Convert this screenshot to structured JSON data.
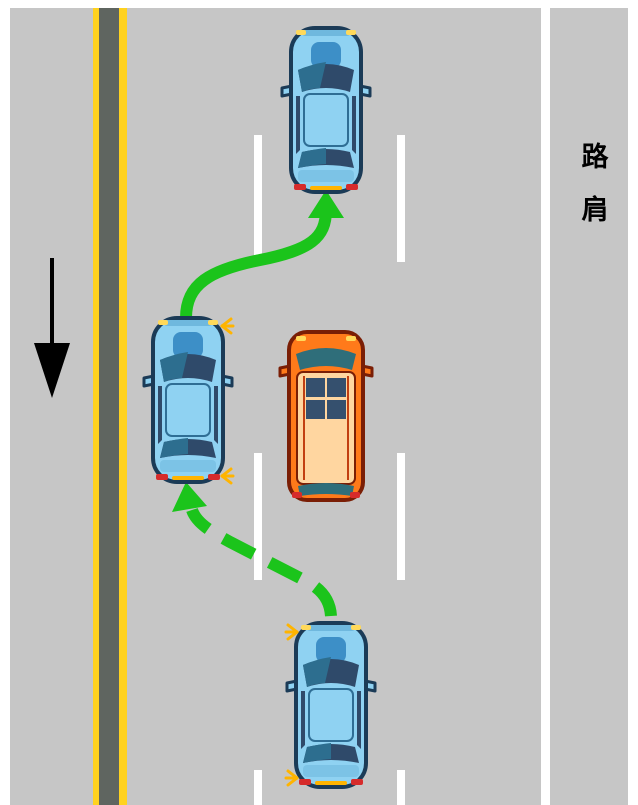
{
  "shoulder_label": [
    "路",
    "肩"
  ],
  "colors": {
    "road": "#c6c6c6",
    "lane_line": "#ffffff",
    "center_yellow": "#ffd21f",
    "median": "#5f6560",
    "arrow_path": "#1bc41b",
    "traffic_arrow": "#000000",
    "signal_flash": "#ffb400",
    "blue_car_body": "#8fd2f2",
    "blue_car_trim": "#2f6e95",
    "orange_car_body": "#ff7a1a",
    "orange_car_cabin": "#ffd6a0"
  },
  "icons": [
    "traffic-direction-arrow",
    "blue-car",
    "orange-suv",
    "turn-signal-flash",
    "lane-change-arrow"
  ]
}
